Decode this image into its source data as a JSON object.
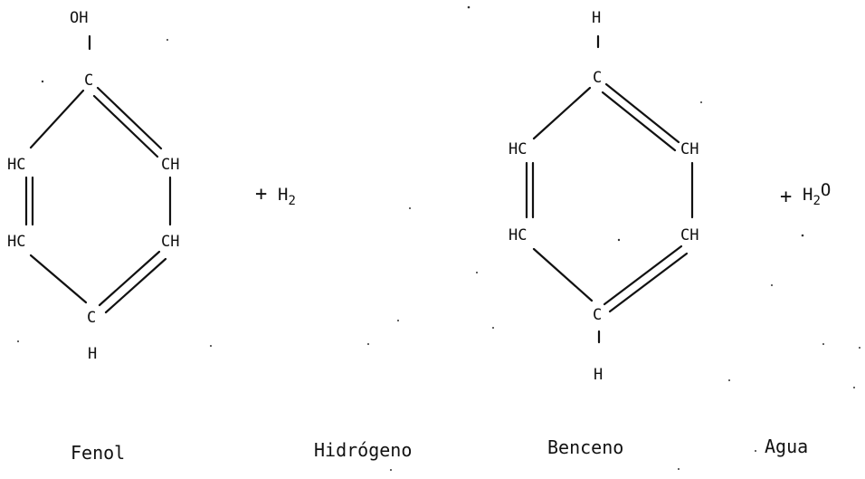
{
  "reaction": {
    "plus_sign": "+",
    "phenol": {
      "substituent": "OH",
      "atoms": {
        "top": "C",
        "upper_left": "HC",
        "upper_right": "CH",
        "lower_left": "HC",
        "lower_right": "CH",
        "bottom": "C",
        "bottom_h": "H"
      },
      "label": "Fenol"
    },
    "hydrogen": {
      "formula_main": "H",
      "formula_sub": "2",
      "label": "Hidrógeno"
    },
    "benzene": {
      "top_h": "H",
      "atoms": {
        "top": "C",
        "upper_left": "HC",
        "upper_right": "CH",
        "lower_left": "HC",
        "lower_right": "CH",
        "bottom": "C"
      },
      "bottom_h": "H",
      "label": "Benceno"
    },
    "water": {
      "formula_main": "H",
      "formula_sub": "2",
      "formula_tail": "O",
      "label": "Agua"
    }
  }
}
